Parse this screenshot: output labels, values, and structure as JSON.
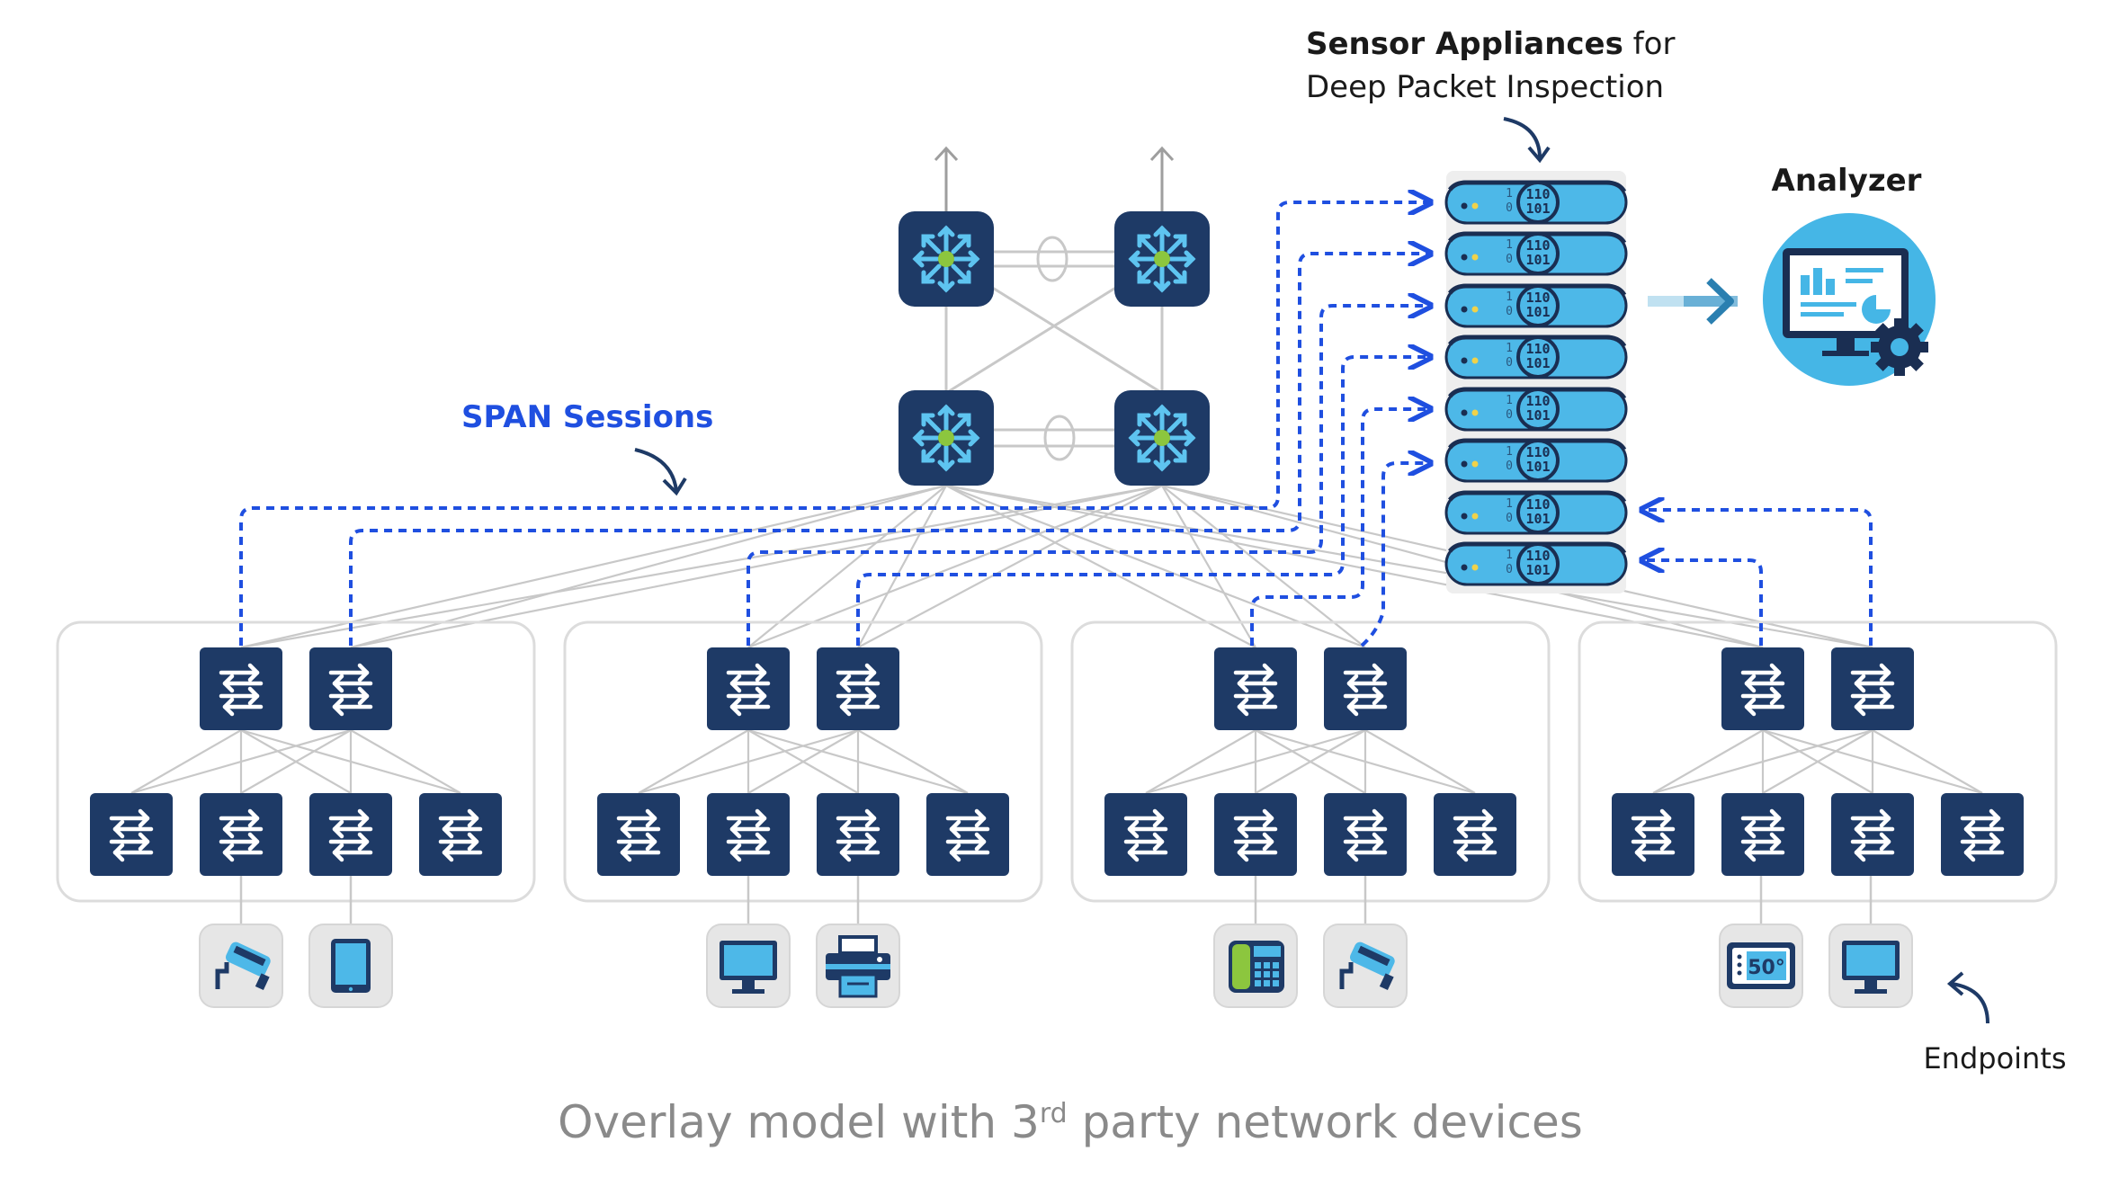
{
  "labels": {
    "sensor_bold": "Sensor Appliances",
    "sensor_rest": " for",
    "sensor_line2": "Deep Packet Inspection",
    "analyzer": "Analyzer",
    "span": "SPAN Sessions",
    "endpoints": "Endpoints",
    "caption_main": "Overlay model with 3",
    "caption_sup": "rd",
    "caption_tail": " party network devices",
    "bits_top": "110",
    "bits_bottom": "101",
    "bits_left_top": "1",
    "bits_left_bottom": "0",
    "thermostat_reading": "50°"
  },
  "colors": {
    "device_navy": "#1e3a66",
    "span_blue": "#1f4fe0",
    "sensor_blue": "#4db8e8",
    "link_gray": "#c8c8c8",
    "analyzer_circle": "#45b6e6",
    "caption_gray": "#8a8a8a"
  },
  "counts": {
    "core_switches": 4,
    "pods": 4,
    "aggregation_switches_per_pod": 2,
    "access_switches_per_pod": 4,
    "sensor_appliances": 8
  },
  "endpoints": [
    {
      "pod": 1,
      "icon": "security-camera-icon"
    },
    {
      "pod": 1,
      "icon": "tablet-icon"
    },
    {
      "pod": 2,
      "icon": "monitor-icon"
    },
    {
      "pod": 2,
      "icon": "printer-icon"
    },
    {
      "pod": 3,
      "icon": "ip-phone-icon"
    },
    {
      "pod": 3,
      "icon": "security-camera-icon"
    },
    {
      "pod": 4,
      "icon": "thermostat-icon"
    },
    {
      "pod": 4,
      "icon": "monitor-icon"
    }
  ]
}
